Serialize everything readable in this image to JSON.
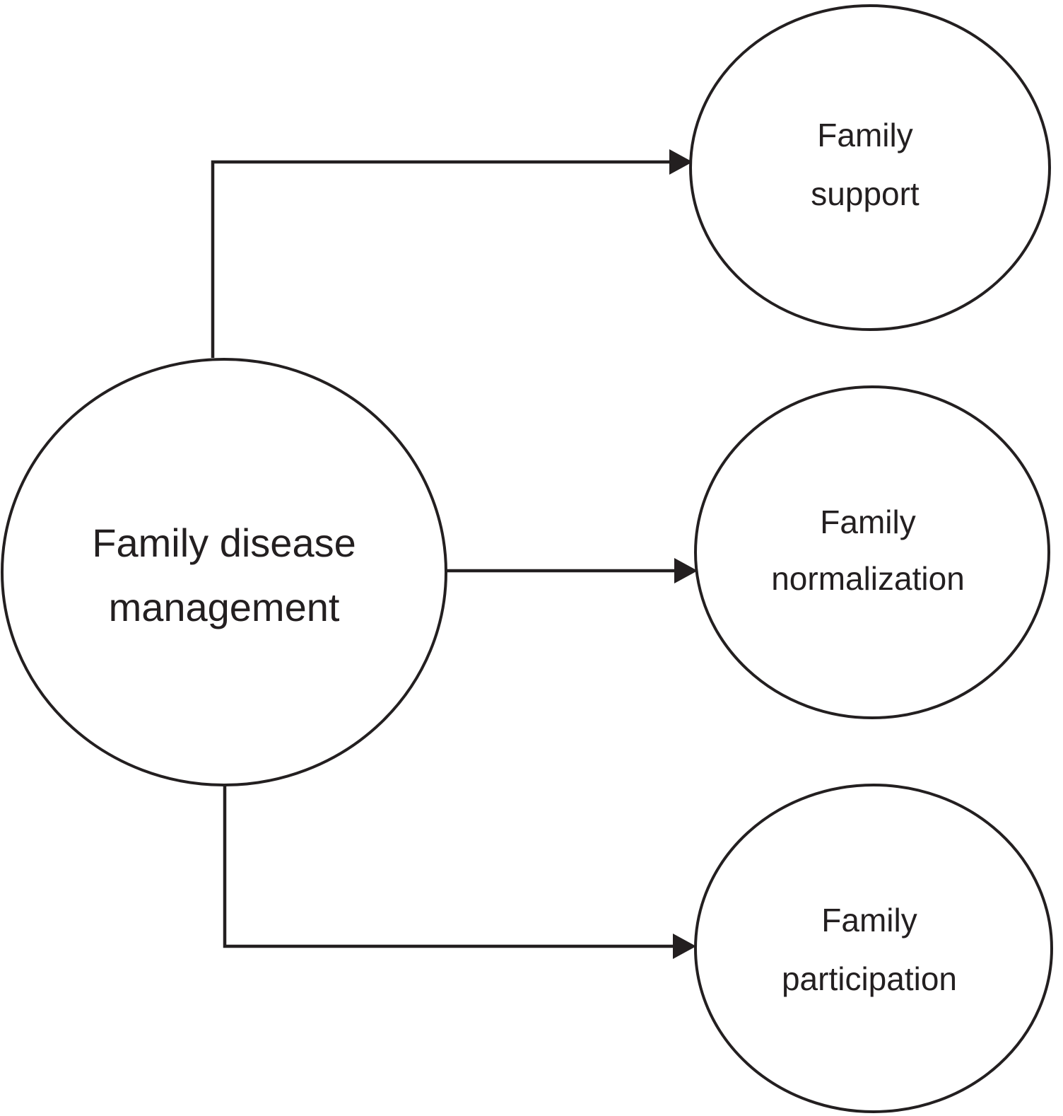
{
  "colors": {
    "background": "#ffffff",
    "line": "#231f20",
    "text": "#231f20"
  },
  "nodes": {
    "source": {
      "line1": "Family disease",
      "line2": "management"
    },
    "support": {
      "line1": "Family",
      "line2": "support"
    },
    "normalization": {
      "line1": "Family",
      "line2": "normalization"
    },
    "participation": {
      "line1": "Family",
      "line2": "participation"
    }
  },
  "edges": [
    {
      "from": "Family disease management",
      "to": "Family support"
    },
    {
      "from": "Family disease management",
      "to": "Family normalization"
    },
    {
      "from": "Family disease management",
      "to": "Family participation"
    }
  ]
}
